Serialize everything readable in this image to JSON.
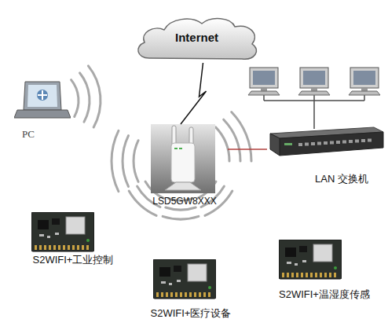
{
  "diagram": {
    "nodes": [
      {
        "text": [
          "Internet"
        ]
      },
      {
        "text": [
          "PC"
        ]
      },
      {
        "text": [
          "LSD5GW8XXX"
        ]
      },
      {
        "text": [
          "LAN 交换机"
        ]
      },
      {
        "text": [
          "S2WIFI+工业控制"
        ]
      },
      {
        "text": [
          "S2WIFI+医疗设备"
        ]
      },
      {
        "text": [
          "S2WIFI+温湿度传感"
        ]
      }
    ],
    "edges": [
      {
        "from": 0,
        "to": 2,
        "arrow": "none"
      },
      {
        "from": 2,
        "to": 3,
        "arrow": "none"
      }
    ]
  }
}
